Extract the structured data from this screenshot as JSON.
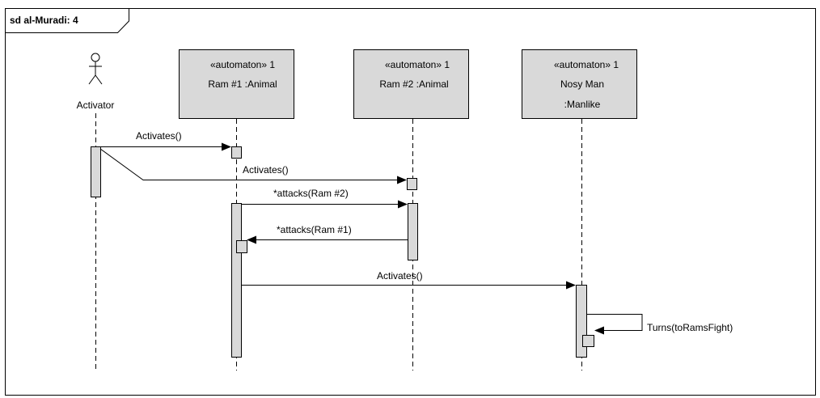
{
  "frame": {
    "title": "sd al-Muradi: 4"
  },
  "participants": [
    {
      "id": "activator",
      "kind": "actor",
      "name": "Activator"
    },
    {
      "id": "ram1",
      "kind": "object",
      "stereotype": "«automaton» 1",
      "line1": "Ram #1 :Animal"
    },
    {
      "id": "ram2",
      "kind": "object",
      "stereotype": "«automaton» 1",
      "line1": "Ram #2 :Animal"
    },
    {
      "id": "nosy",
      "kind": "object",
      "stereotype": "«automaton» 1",
      "line1": "Nosy Man",
      "line2": ":Manlike"
    }
  ],
  "messages": [
    {
      "label": "Activates()",
      "from": "activator",
      "to": "ram1"
    },
    {
      "label": "Activates()",
      "from": "activator",
      "to": "ram2"
    },
    {
      "label": "*attacks(Ram #2)",
      "from": "ram1",
      "to": "ram2"
    },
    {
      "label": "*attacks(Ram #1)",
      "from": "ram2",
      "to": "ram1"
    },
    {
      "label": "Activates()",
      "from": "ram1",
      "to": "nosy"
    },
    {
      "label": "Turns(toRamsFight)",
      "from": "nosy",
      "to": "nosy"
    }
  ]
}
